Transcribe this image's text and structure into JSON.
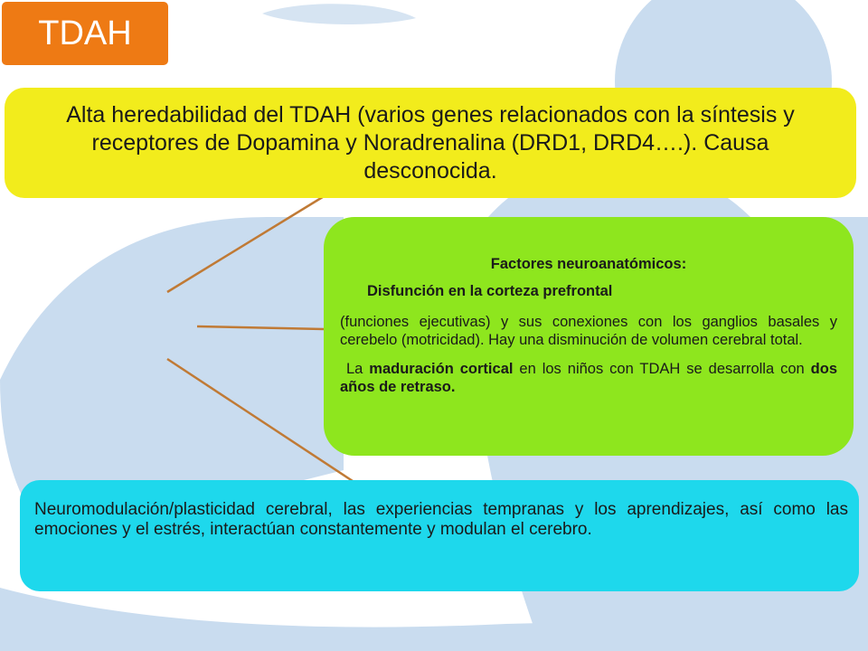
{
  "colors": {
    "top_box": "#f2ec1c",
    "center_box": "#ee7a14",
    "middle_box": "#8ee61e",
    "bottom_box": "#1ed8ec",
    "connector": "#c07a35",
    "background_shape": "#c9dcef"
  },
  "nodes": {
    "center": {
      "label": "TDAH"
    },
    "top": {
      "text": "Alta heredabilidad del TDAH (varios genes relacionados con la síntesis  y receptores de Dopamina y Noradrenalina (DRD1, DRD4….). Causa desconocida."
    },
    "middle": {
      "title": "Factores neuroanatómicos:",
      "subtitle": "Disfunción en la corteza  prefrontal",
      "paragraph1": "(funciones ejecutivas) y sus conexiones con los ganglios basales y cerebelo (motricidad). Hay una disminución de volumen cerebral total.",
      "p2_a": "La ",
      "p2_b": "maduración cortical",
      "p2_c": " en los niños con TDAH se desarrolla con ",
      "p2_d": "dos años de retraso."
    },
    "bottom": {
      "text": "Neuromodulación/plasticidad cerebral, las experiencias tempranas y los aprendizajes, así como las emociones y el estrés, interactúan constantemente y modulan el cerebro."
    }
  }
}
